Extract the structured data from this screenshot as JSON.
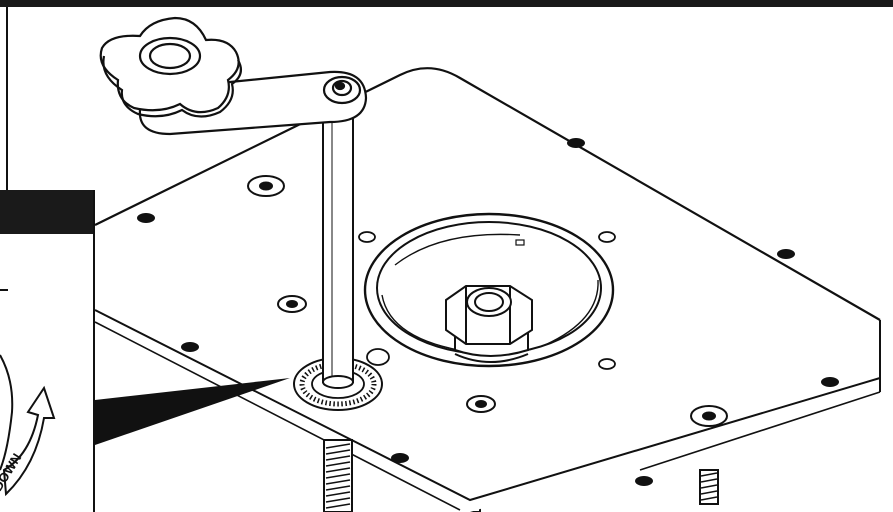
{
  "diagram": {
    "kind": "router-plate-lift-assembly-line-drawing",
    "inset": {
      "arrow_text": "DOWN"
    },
    "colors": {
      "ink": "#111111",
      "paper": "#ffffff",
      "band": "#1a1a1a"
    },
    "parts": [
      "crank-knob",
      "crank-arm",
      "lift-rod",
      "router-plate",
      "insert-ring",
      "collet-nut",
      "threaded-rod",
      "leveling-screw",
      "reference-ring",
      "pointer"
    ]
  }
}
